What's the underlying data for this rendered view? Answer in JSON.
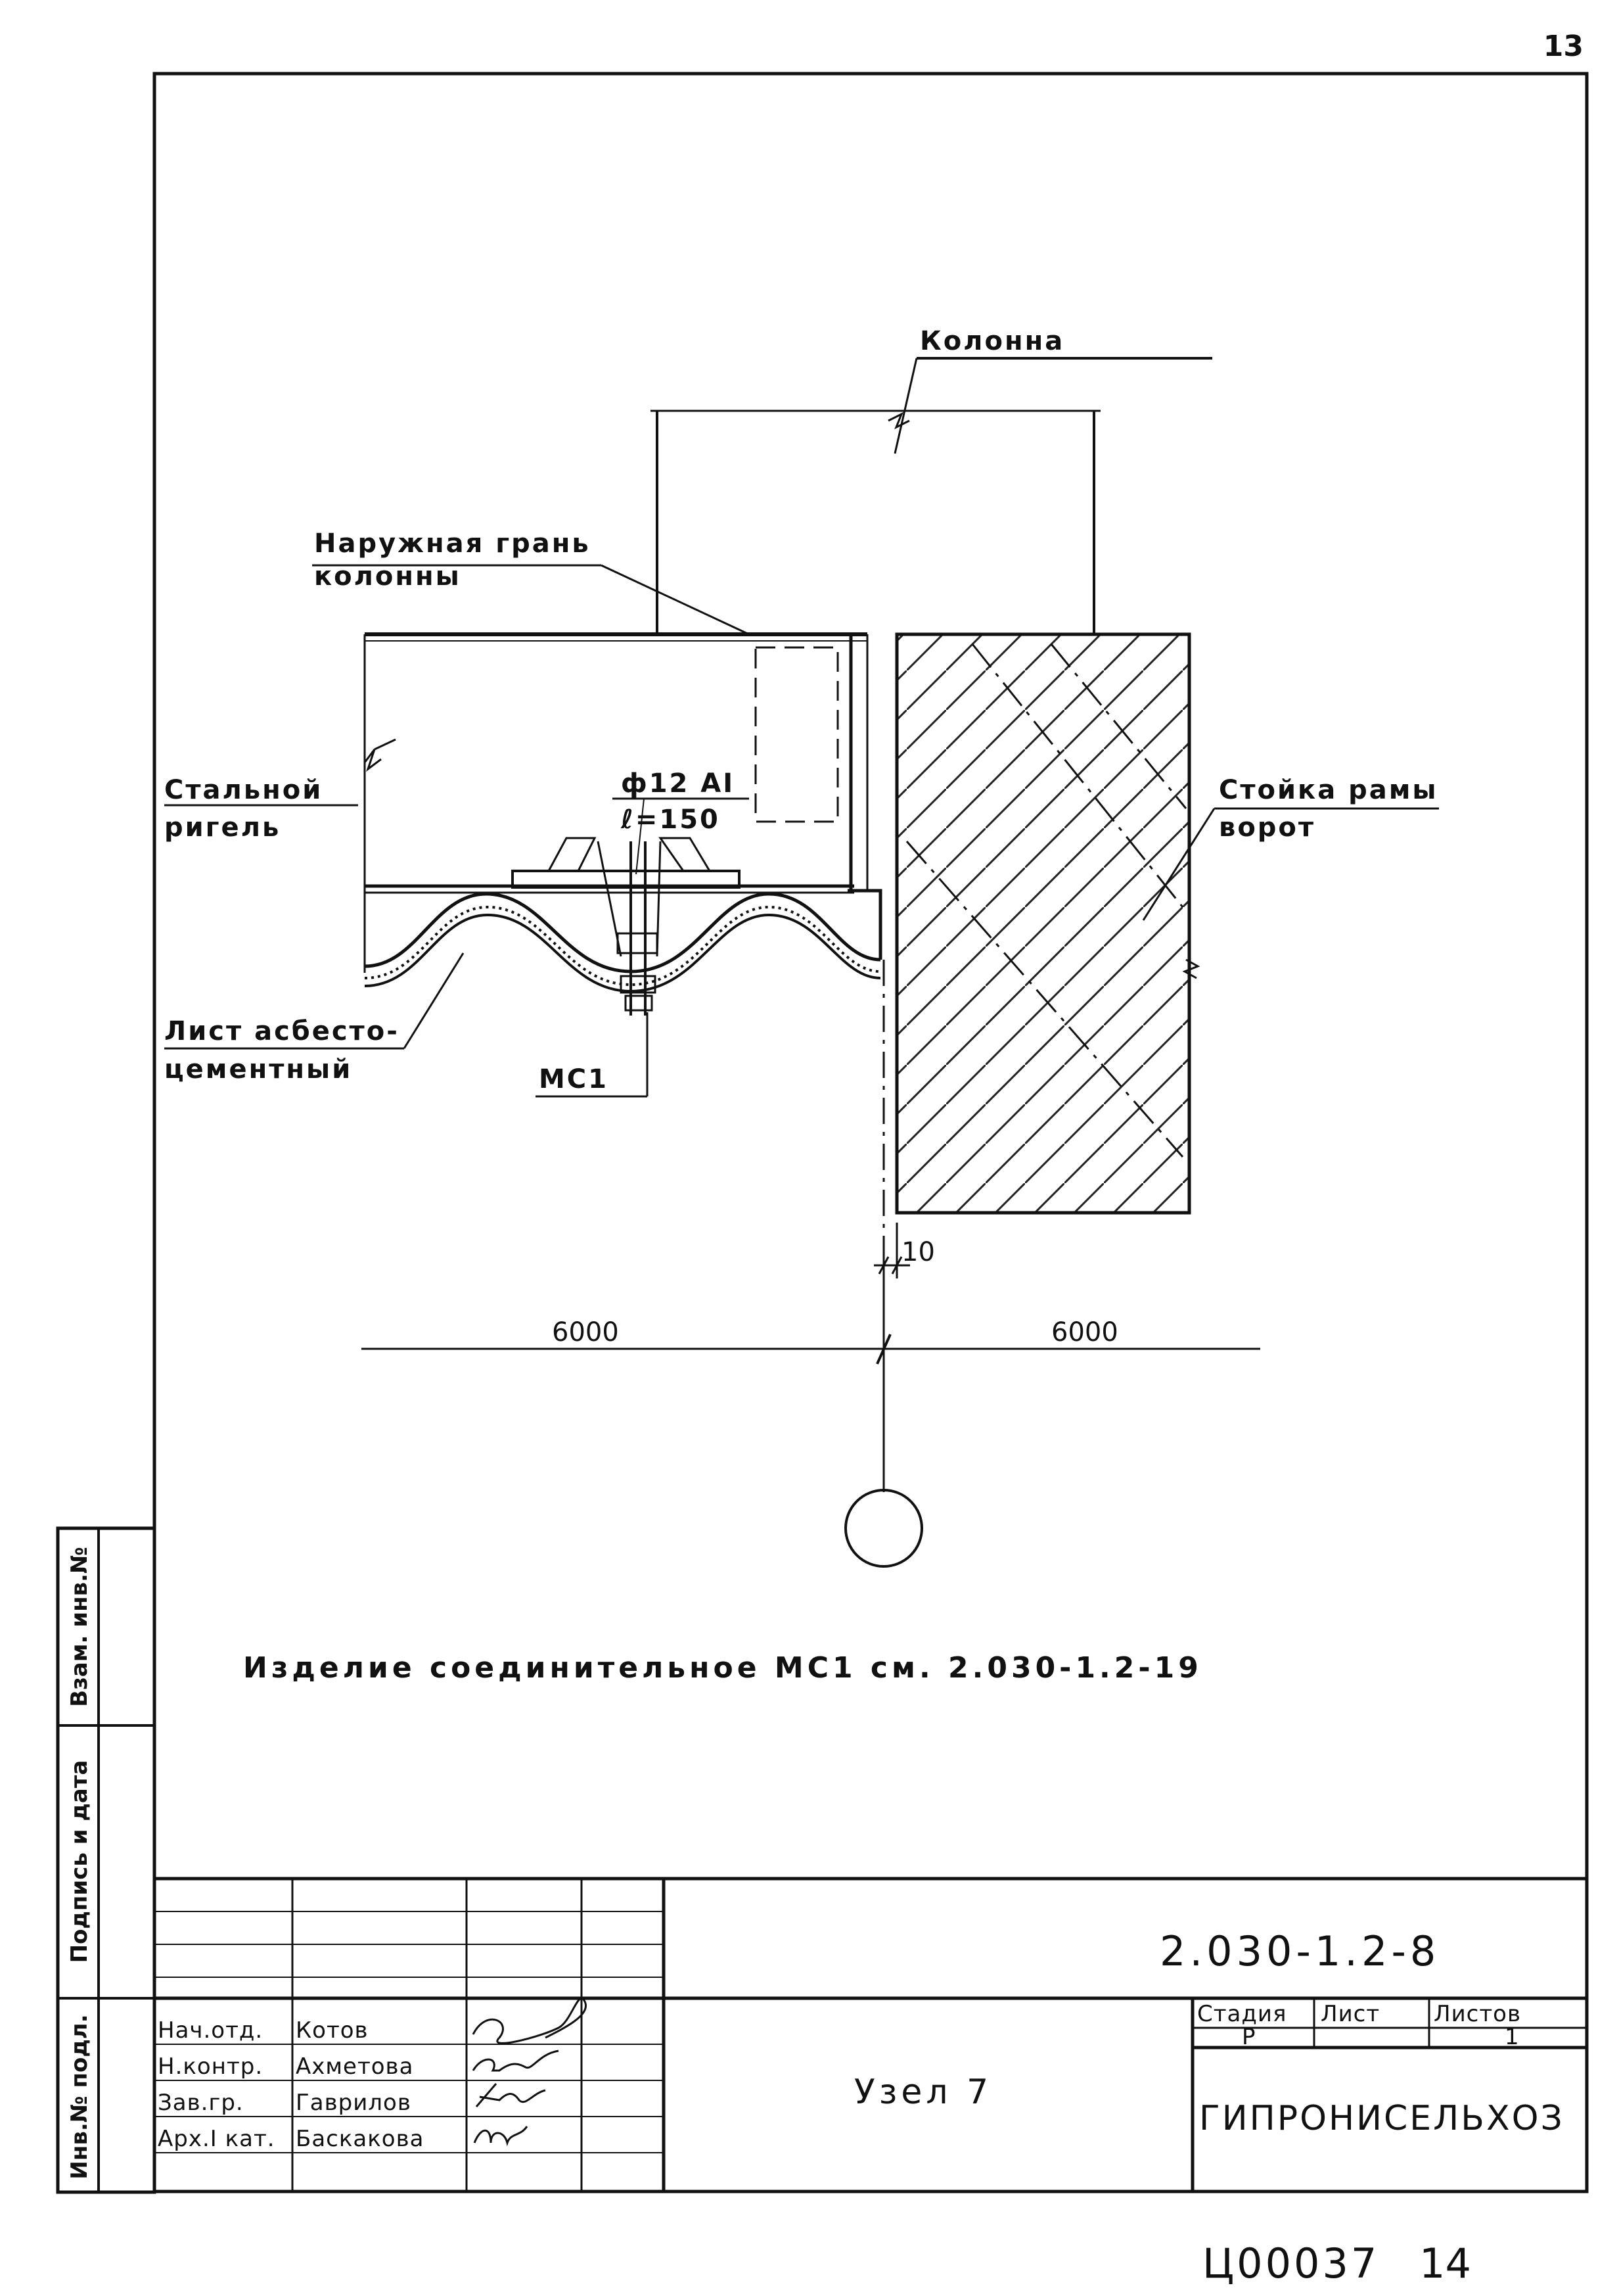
{
  "page_number": "13",
  "labels": {
    "kolonna": "Колонна",
    "outer_face_1": "Наружная грань",
    "outer_face_2": "колонны",
    "beam_1": "Стальной",
    "beam_2": "ригель",
    "bolt_1": "ф12 АI",
    "bolt_2": "ℓ=150",
    "gate_post_1": "Стойка рамы",
    "gate_post_2": "ворот",
    "sheet_1": "Лист асбесто-",
    "sheet_2": "цементный",
    "mc1": "МС1",
    "gap": "10",
    "dim_left": "6000",
    "dim_right": "6000"
  },
  "note": "Изделие соединительное МС1 см. 2.030-1.2-19",
  "side_stamp": {
    "vzam": "Взам. инв.№",
    "podpis": "Подпись и дата",
    "inv": "Инв.№ подл."
  },
  "title_block": {
    "designation": "2.030-1.2-8",
    "title": "Узел 7",
    "org": "ГИПРОНИСЕЛЬХОЗ",
    "stage_header": "Стадия",
    "sheet_header": "Лист",
    "sheets_header": "Листов",
    "stage": "Р",
    "sheet": "",
    "sheets": "1",
    "staff": [
      {
        "role": "Нач.отд.",
        "name": "Котов"
      },
      {
        "role": "Н.контр.",
        "name": "Ахметова"
      },
      {
        "role": "Зав.гр.",
        "name": "Гаврилов"
      },
      {
        "role": "Арх.I кат.",
        "name": "Баскакова"
      }
    ]
  },
  "footer_code": "Ц00037",
  "footer_page": "14"
}
